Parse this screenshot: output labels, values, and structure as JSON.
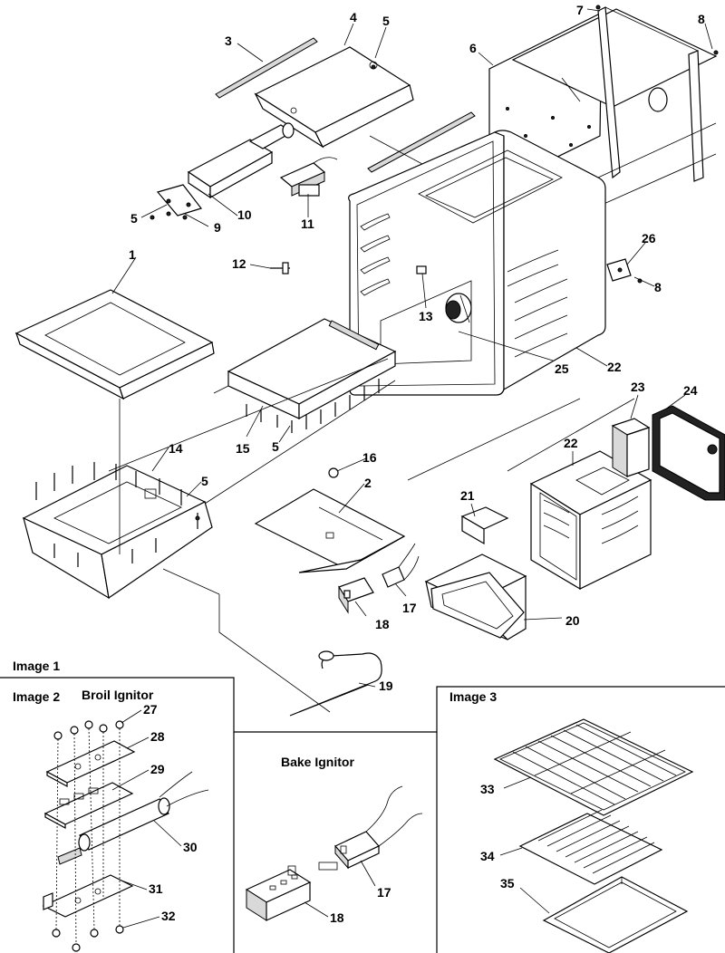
{
  "sections": {
    "image1": "Image 1",
    "image2": "Image 2",
    "image3": "Image 3",
    "broil_ignitor": "Broil Ignitor",
    "bake_ignitor": "Bake Ignitor"
  },
  "callouts": {
    "c1": "1",
    "c2": "2",
    "c3": "3",
    "c4": "4",
    "c5a": "5",
    "c5b": "5",
    "c5c": "5",
    "c5d": "5",
    "c6": "6",
    "c7": "7",
    "c8a": "8",
    "c8b": "8",
    "c9": "9",
    "c10": "10",
    "c11": "11",
    "c12": "12",
    "c13": "13",
    "c14": "14",
    "c15": "15",
    "c16": "16",
    "c17a": "17",
    "c17b": "17",
    "c18a": "18",
    "c18b": "18",
    "c19": "19",
    "c20": "20",
    "c21": "21",
    "c22a": "22",
    "c22b": "22",
    "c23": "23",
    "c24": "24",
    "c25": "25",
    "c26": "26",
    "c27": "27",
    "c28": "28",
    "c29": "29",
    "c30": "30",
    "c31": "31",
    "c32": "32",
    "c33": "33",
    "c34": "34",
    "c35": "35"
  }
}
